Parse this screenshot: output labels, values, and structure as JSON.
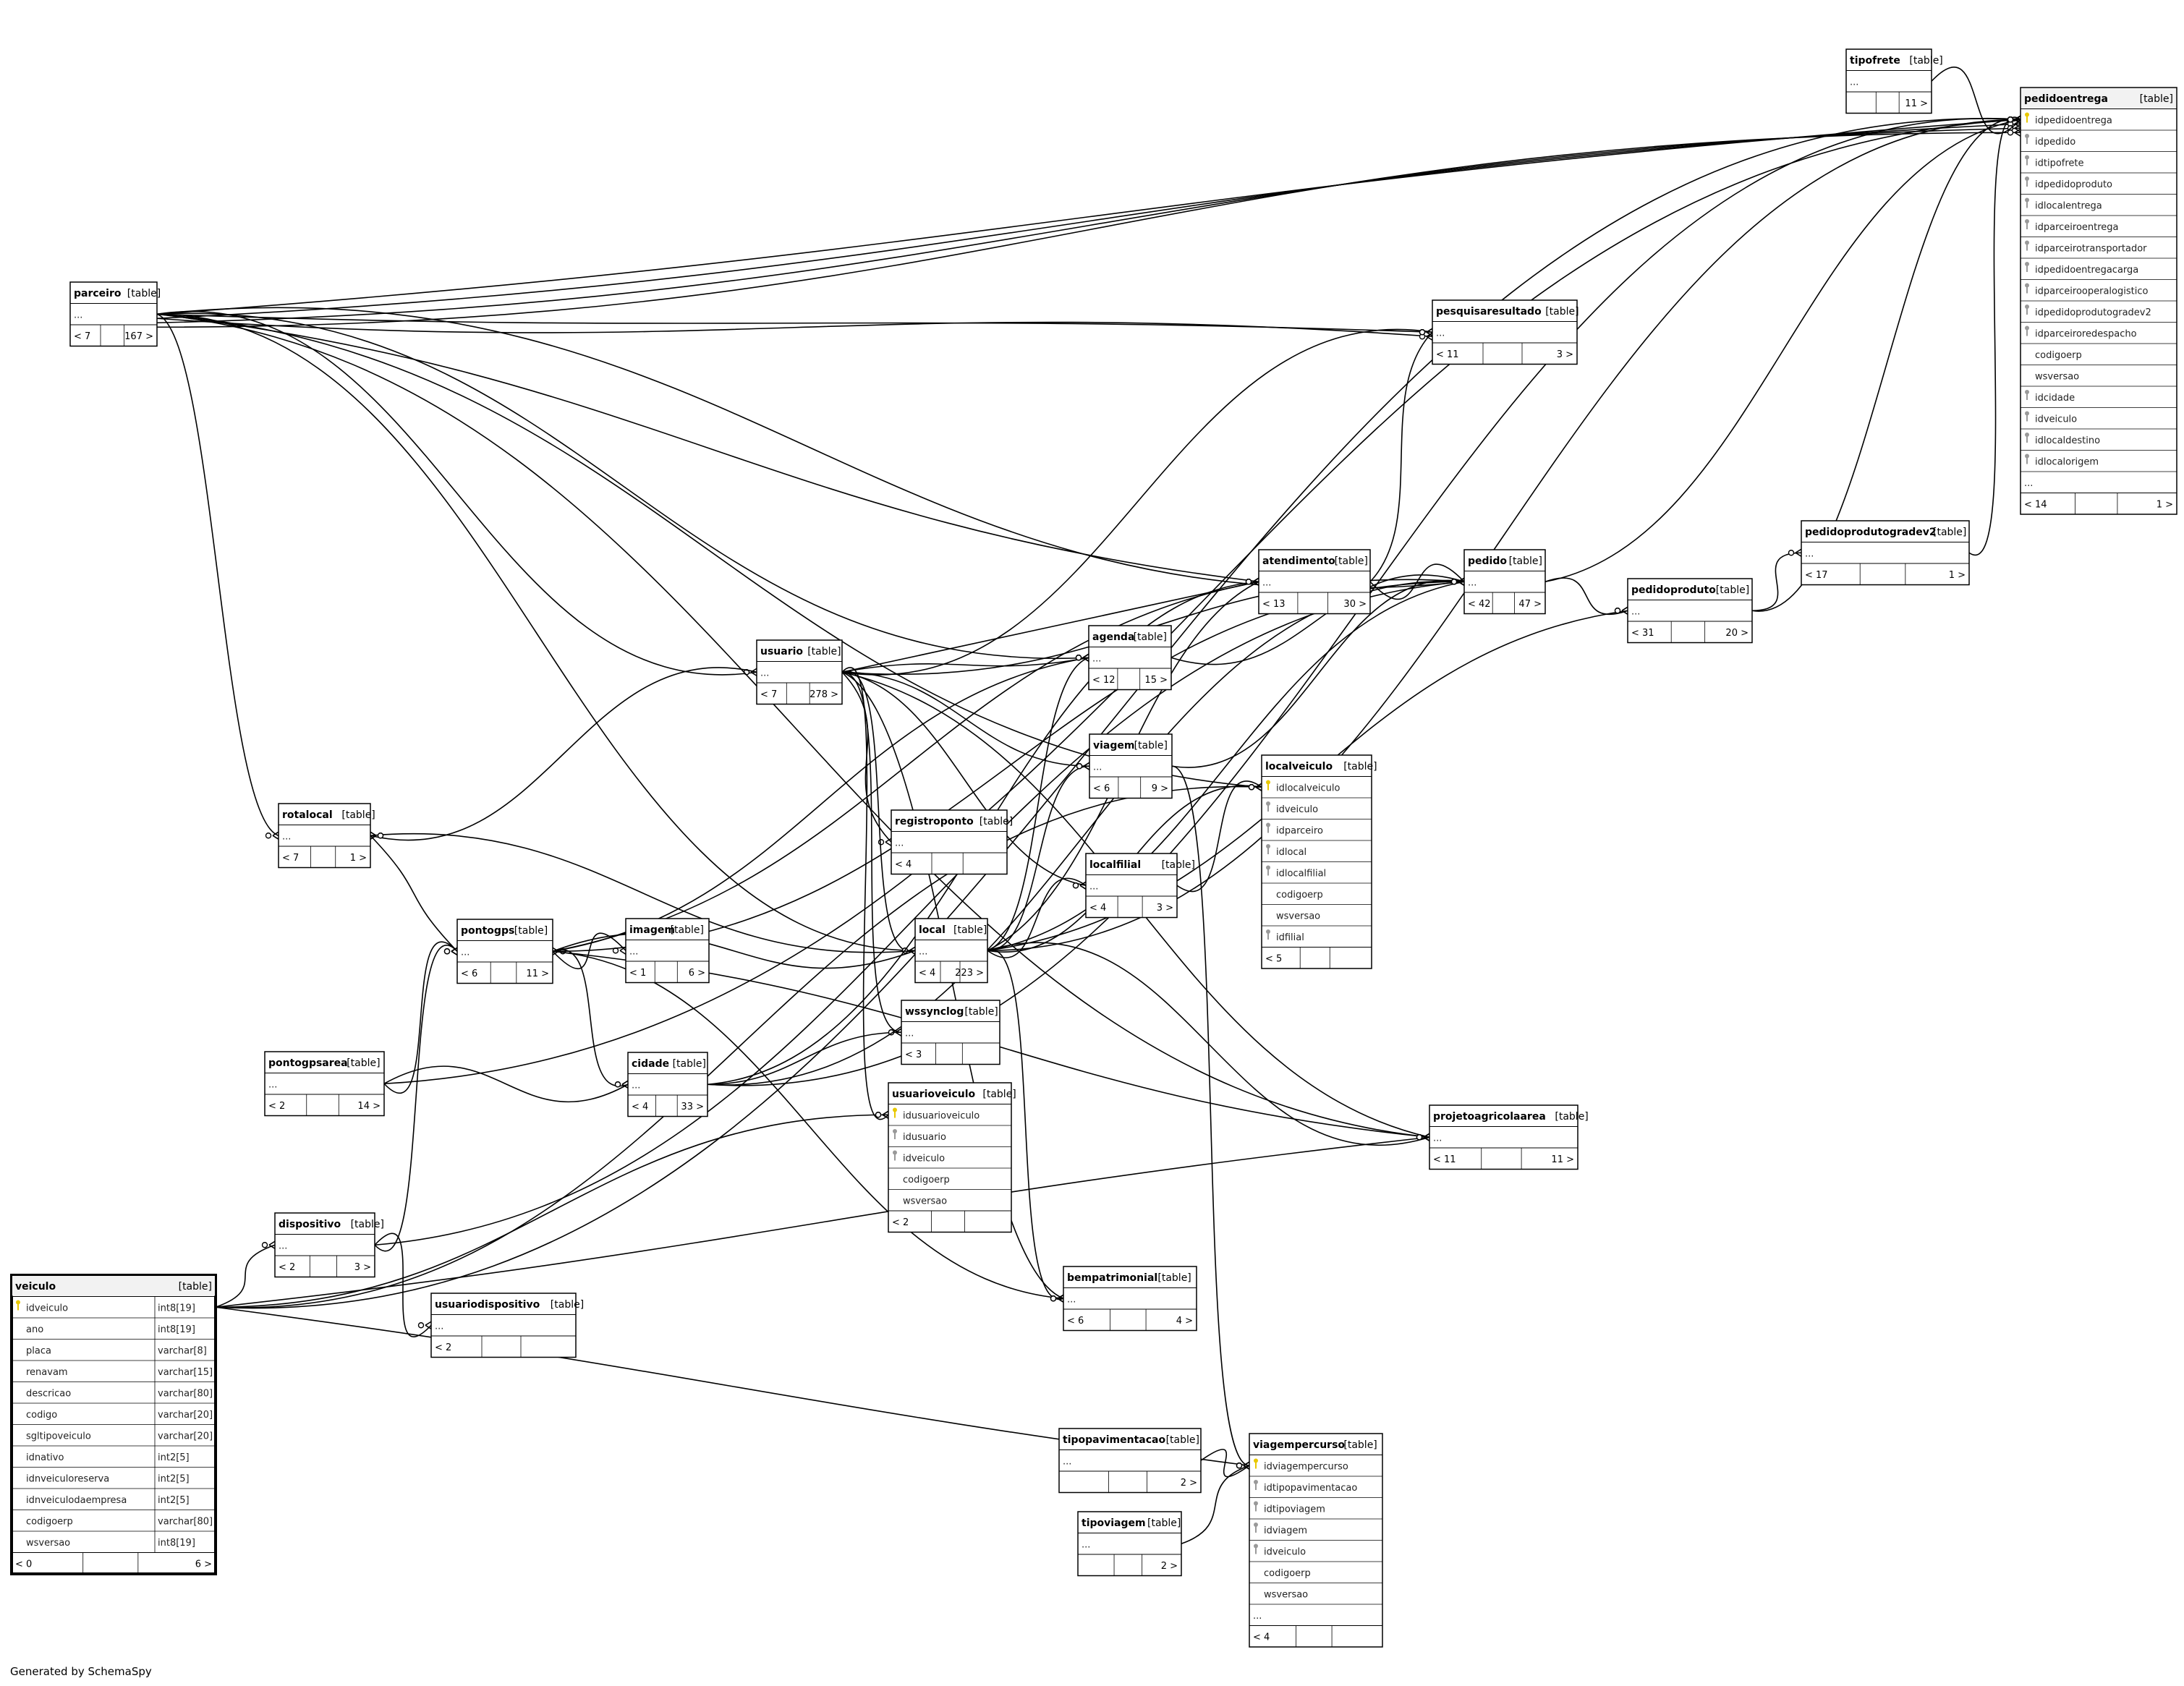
{
  "footer": "Generated by SchemaSpy",
  "colors": {
    "line": "#000000",
    "key_icon": "#e8c800",
    "fk_icon": "#999999",
    "header_bg": "#f2f2f2"
  },
  "tables": [
    {
      "id": "parceiro",
      "name": "parceiro",
      "tag": "[table]",
      "columns": [
        "..."
      ],
      "footer": [
        "< 7",
        "",
        "167 >"
      ]
    },
    {
      "id": "tipofrete",
      "name": "tipofrete",
      "tag": "[table]",
      "columns": [
        "..."
      ],
      "footer": [
        "",
        "",
        "11 >"
      ]
    },
    {
      "id": "pedidoentrega",
      "name": "pedidoentrega",
      "tag": "[table]",
      "columns": [
        {
          "name": "idpedidoentrega",
          "key": "pk"
        },
        {
          "name": "idpedido",
          "key": "fk"
        },
        {
          "name": "idtipofrete",
          "key": "fk"
        },
        {
          "name": "idpedidoproduto",
          "key": "fk"
        },
        {
          "name": "idlocalentrega",
          "key": "fk"
        },
        {
          "name": "idparceiroentrega",
          "key": "fk"
        },
        {
          "name": "idparceirotransportador",
          "key": "fk"
        },
        {
          "name": "idpedidoentregacarga",
          "key": "fk"
        },
        {
          "name": "idparceirooperalogistico",
          "key": "fk"
        },
        {
          "name": "idpedidoprodutogradev2",
          "key": "fk"
        },
        {
          "name": "idparceiroredespacho",
          "key": "fk"
        },
        {
          "name": "codigoerp",
          "key": ""
        },
        {
          "name": "wsversao",
          "key": ""
        },
        {
          "name": "idcidade",
          "key": "fk"
        },
        {
          "name": "idveiculo",
          "key": "fk"
        },
        {
          "name": "idlocaldestino",
          "key": "fk"
        },
        {
          "name": "idlocalorigem",
          "key": "fk"
        },
        {
          "name": "...",
          "key": ""
        }
      ],
      "footer": [
        "< 14",
        "",
        "1 >"
      ]
    },
    {
      "id": "pesquisaresultado",
      "name": "pesquisaresultado",
      "tag": "[table]",
      "columns": [
        "..."
      ],
      "footer": [
        "< 11",
        "",
        "3 >"
      ]
    },
    {
      "id": "pedidoprodutogradev2",
      "name": "pedidoprodutogradev2",
      "tag": "[table]",
      "columns": [
        "..."
      ],
      "footer": [
        "< 17",
        "",
        "1 >"
      ]
    },
    {
      "id": "atendimento",
      "name": "atendimento",
      "tag": "[table]",
      "columns": [
        "..."
      ],
      "footer": [
        "< 13",
        "",
        "30 >"
      ]
    },
    {
      "id": "pedido",
      "name": "pedido",
      "tag": "[table]",
      "columns": [
        "..."
      ],
      "footer": [
        "< 42",
        "",
        "47 >"
      ]
    },
    {
      "id": "pedidoproduto",
      "name": "pedidoproduto",
      "tag": "[table]",
      "columns": [
        "..."
      ],
      "footer": [
        "< 31",
        "",
        "20 >"
      ]
    },
    {
      "id": "usuario",
      "name": "usuario",
      "tag": "[table]",
      "columns": [
        "..."
      ],
      "footer": [
        "< 7",
        "",
        "278 >"
      ]
    },
    {
      "id": "agenda",
      "name": "agenda",
      "tag": "[table]",
      "columns": [
        "..."
      ],
      "footer": [
        "< 12",
        "",
        "15 >"
      ]
    },
    {
      "id": "viagem",
      "name": "viagem",
      "tag": "[table]",
      "columns": [
        "..."
      ],
      "footer": [
        "< 6",
        "",
        "9 >"
      ]
    },
    {
      "id": "localveiculo",
      "name": "localveiculo",
      "tag": "[table]",
      "columns": [
        {
          "name": "idlocalveiculo",
          "key": "pk"
        },
        {
          "name": "idveiculo",
          "key": "fk"
        },
        {
          "name": "idparceiro",
          "key": "fk"
        },
        {
          "name": "idlocal",
          "key": "fk"
        },
        {
          "name": "idlocalfilial",
          "key": "fk"
        },
        {
          "name": "codigoerp",
          "key": ""
        },
        {
          "name": "wsversao",
          "key": ""
        },
        {
          "name": "idfilial",
          "key": "fk"
        }
      ],
      "footer": [
        "< 5",
        "",
        ""
      ]
    },
    {
      "id": "rotalocal",
      "name": "rotalocal",
      "tag": "[table]",
      "columns": [
        "..."
      ],
      "footer": [
        "< 7",
        "",
        "1 >"
      ]
    },
    {
      "id": "registroponto",
      "name": "registroponto",
      "tag": "[table]",
      "columns": [
        "..."
      ],
      "footer": [
        "< 4",
        "",
        ""
      ]
    },
    {
      "id": "localfilial",
      "name": "localfilial",
      "tag": "[table]",
      "columns": [
        "..."
      ],
      "footer": [
        "< 4",
        "",
        "3 >"
      ]
    },
    {
      "id": "pontogps",
      "name": "pontogps",
      "tag": "[table]",
      "columns": [
        "..."
      ],
      "footer": [
        "< 6",
        "",
        "11 >"
      ]
    },
    {
      "id": "imagem",
      "name": "imagem",
      "tag": "[table]",
      "columns": [
        "..."
      ],
      "footer": [
        "< 1",
        "",
        "6 >"
      ]
    },
    {
      "id": "local",
      "name": "local",
      "tag": "[table]",
      "columns": [
        "..."
      ],
      "footer": [
        "< 4",
        "",
        "223 >"
      ]
    },
    {
      "id": "wssynclog",
      "name": "wssynclog",
      "tag": "[table]",
      "columns": [
        "..."
      ],
      "footer": [
        "< 3",
        "",
        ""
      ]
    },
    {
      "id": "pontogpsarea",
      "name": "pontogpsarea",
      "tag": "[table]",
      "columns": [
        "..."
      ],
      "footer": [
        "< 2",
        "",
        "14 >"
      ]
    },
    {
      "id": "cidade",
      "name": "cidade",
      "tag": "[table]",
      "columns": [
        "..."
      ],
      "footer": [
        "< 4",
        "",
        "33 >"
      ]
    },
    {
      "id": "usuarioveiculo",
      "name": "usuarioveiculo",
      "tag": "[table]",
      "columns": [
        {
          "name": "idusuarioveiculo",
          "key": "pk"
        },
        {
          "name": "idusuario",
          "key": "fk"
        },
        {
          "name": "idveiculo",
          "key": "fk"
        },
        {
          "name": "codigoerp",
          "key": ""
        },
        {
          "name": "wsversao",
          "key": ""
        }
      ],
      "footer": [
        "< 2",
        "",
        ""
      ]
    },
    {
      "id": "projetoagricolaarea",
      "name": "projetoagricolaarea",
      "tag": "[table]",
      "columns": [
        "..."
      ],
      "footer": [
        "< 11",
        "",
        "11 >"
      ]
    },
    {
      "id": "dispositivo",
      "name": "dispositivo",
      "tag": "[table]",
      "columns": [
        "..."
      ],
      "footer": [
        "< 2",
        "",
        "3 >"
      ]
    },
    {
      "id": "bempatrimonial",
      "name": "bempatrimonial",
      "tag": "[table]",
      "columns": [
        "..."
      ],
      "footer": [
        "< 6",
        "",
        "4 >"
      ]
    },
    {
      "id": "usuariodispositivo",
      "name": "usuariodispositivo",
      "tag": "[table]",
      "columns": [
        "..."
      ],
      "footer": [
        "< 2",
        "",
        ""
      ]
    },
    {
      "id": "veiculo",
      "name": "veiculo",
      "tag": "[table]",
      "columns": [
        {
          "name": "idveiculo",
          "key": "pk",
          "type": "int8[19]"
        },
        {
          "name": "ano",
          "key": "",
          "type": "int8[19]"
        },
        {
          "name": "placa",
          "key": "",
          "type": "varchar[8]"
        },
        {
          "name": "renavam",
          "key": "",
          "type": "varchar[15]"
        },
        {
          "name": "descricao",
          "key": "",
          "type": "varchar[80]"
        },
        {
          "name": "codigo",
          "key": "",
          "type": "varchar[20]"
        },
        {
          "name": "sgltipoveiculo",
          "key": "",
          "type": "varchar[20]"
        },
        {
          "name": "idnativo",
          "key": "",
          "type": "int2[5]"
        },
        {
          "name": "idnveiculoreserva",
          "key": "",
          "type": "int2[5]"
        },
        {
          "name": "idnveiculodaempresa",
          "key": "",
          "type": "int2[5]"
        },
        {
          "name": "codigoerp",
          "key": "",
          "type": "varchar[80]"
        },
        {
          "name": "wsversao",
          "key": "",
          "type": "int8[19]"
        }
      ],
      "footer": [
        "< 0",
        "",
        "6 >"
      ]
    },
    {
      "id": "tipopavimentacao",
      "name": "tipopavimentacao",
      "tag": "[table]",
      "columns": [
        "..."
      ],
      "footer": [
        "",
        "",
        "2 >"
      ]
    },
    {
      "id": "viagempercurso",
      "name": "viagempercurso",
      "tag": "[table]",
      "columns": [
        {
          "name": "idviagempercurso",
          "key": "pk"
        },
        {
          "name": "idtipopavimentacao",
          "key": "fk"
        },
        {
          "name": "idtipoviagem",
          "key": "fk"
        },
        {
          "name": "idviagem",
          "key": "fk"
        },
        {
          "name": "idveiculo",
          "key": "fk"
        },
        {
          "name": "codigoerp",
          "key": ""
        },
        {
          "name": "wsversao",
          "key": ""
        },
        {
          "name": "...",
          "key": ""
        }
      ],
      "footer": [
        "< 4",
        "",
        ""
      ]
    },
    {
      "id": "tipoviagem",
      "name": "tipoviagem",
      "tag": "[table]",
      "columns": [
        "..."
      ],
      "footer": [
        "",
        "",
        "2 >"
      ]
    }
  ],
  "relationships": [
    [
      "parceiro",
      "pedidoentrega"
    ],
    [
      "parceiro",
      "pedidoentrega"
    ],
    [
      "parceiro",
      "pedidoentrega"
    ],
    [
      "parceiro",
      "pedidoentrega"
    ],
    [
      "parceiro",
      "pesquisaresultado"
    ],
    [
      "parceiro",
      "pesquisaresultado"
    ],
    [
      "parceiro",
      "atendimento"
    ],
    [
      "parceiro",
      "pedido"
    ],
    [
      "parceiro",
      "usuario"
    ],
    [
      "parceiro",
      "agenda"
    ],
    [
      "parceiro",
      "local"
    ],
    [
      "parceiro",
      "rotalocal"
    ],
    [
      "parceiro",
      "localveiculo"
    ],
    [
      "parceiro",
      "projetoagricolaarea"
    ],
    [
      "tipofrete",
      "pedidoentrega"
    ],
    [
      "pedido",
      "pedidoentrega"
    ],
    [
      "pedido",
      "pedidoproduto"
    ],
    [
      "pedidoproduto",
      "pedidoprodutogradev2"
    ],
    [
      "pedidoproduto",
      "pedidoentrega"
    ],
    [
      "pedidoprodutogradev2",
      "pedidoentrega"
    ],
    [
      "atendimento",
      "pedido"
    ],
    [
      "atendimento",
      "pesquisaresultado"
    ],
    [
      "usuario",
      "atendimento"
    ],
    [
      "usuario",
      "agenda"
    ],
    [
      "usuario",
      "viagem"
    ],
    [
      "usuario",
      "pedido"
    ],
    [
      "usuario",
      "pesquisaresultado"
    ],
    [
      "usuario",
      "registroponto"
    ],
    [
      "usuario",
      "usuarioveiculo"
    ],
    [
      "usuario",
      "rotalocal"
    ],
    [
      "usuario",
      "local"
    ],
    [
      "usuario",
      "wssynclog"
    ],
    [
      "usuario",
      "localfilial"
    ],
    [
      "usuario",
      "bempatrimonial"
    ],
    [
      "usuario",
      "projetoagricolaarea"
    ],
    [
      "local",
      "atendimento"
    ],
    [
      "local",
      "pedido"
    ],
    [
      "local",
      "agenda"
    ],
    [
      "local",
      "viagem"
    ],
    [
      "local",
      "localveiculo"
    ],
    [
      "local",
      "localfilial"
    ],
    [
      "local",
      "pontogps"
    ],
    [
      "local",
      "projetoagricolaarea"
    ],
    [
      "local",
      "pedidoproduto"
    ],
    [
      "local",
      "bempatrimonial"
    ],
    [
      "local",
      "pedidoentrega"
    ],
    [
      "local",
      "rotalocal"
    ],
    [
      "localfilial",
      "localveiculo"
    ],
    [
      "pontogps",
      "imagem"
    ],
    [
      "pontogps",
      "atendimento"
    ],
    [
      "pontogps",
      "agenda"
    ],
    [
      "pontogps",
      "cidade"
    ],
    [
      "pontogps",
      "pedido"
    ],
    [
      "pontogps",
      "bempatrimonial"
    ],
    [
      "pontogps",
      "projetoagricolaarea"
    ],
    [
      "pontogpsarea",
      "pontogps"
    ],
    [
      "pontogpsarea",
      "cidade"
    ],
    [
      "pontogpsarea",
      "pedidoentrega"
    ],
    [
      "cidade",
      "atendimento"
    ],
    [
      "cidade",
      "wssynclog"
    ],
    [
      "cidade",
      "pedido"
    ],
    [
      "cidade",
      "pedidoentrega"
    ],
    [
      "dispositivo",
      "pontogps"
    ],
    [
      "dispositivo",
      "usuariodispositivo"
    ],
    [
      "dispositivo",
      "pedido"
    ],
    [
      "veiculo",
      "dispositivo"
    ],
    [
      "veiculo",
      "usuarioveiculo"
    ],
    [
      "veiculo",
      "localveiculo"
    ],
    [
      "veiculo",
      "pedidoentrega"
    ],
    [
      "veiculo",
      "viagempercurso"
    ],
    [
      "veiculo",
      "projetoagricolaarea"
    ],
    [
      "tipopavimentacao",
      "viagempercurso"
    ],
    [
      "tipoviagem",
      "viagempercurso"
    ],
    [
      "viagem",
      "viagempercurso"
    ],
    [
      "viagem",
      "pedido"
    ],
    [
      "agenda",
      "pedido"
    ],
    [
      "rotalocal",
      "pontogps"
    ]
  ]
}
